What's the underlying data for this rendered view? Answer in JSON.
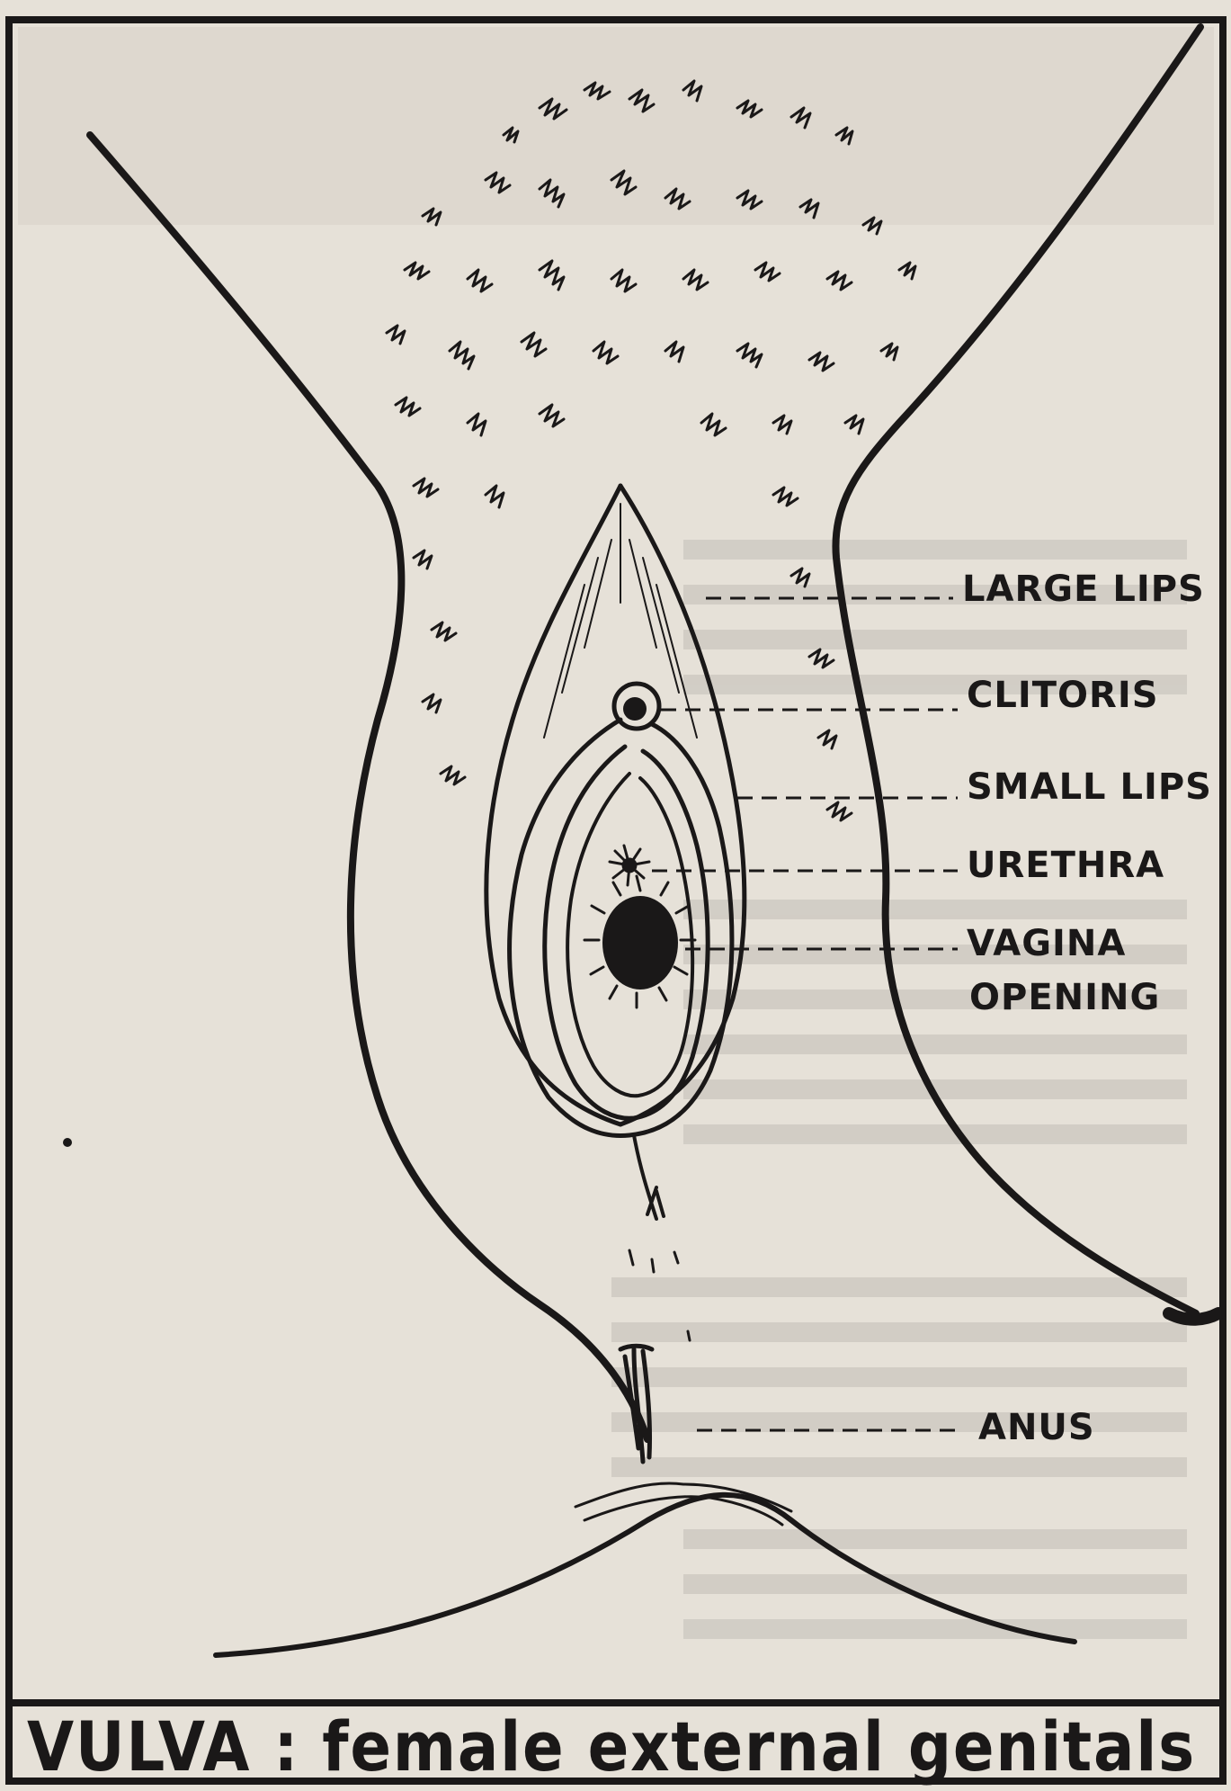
{
  "diagram": {
    "caption": "VULVA : female external genitals",
    "labels": [
      {
        "id": "large-lips",
        "text": "LARGE LIPS"
      },
      {
        "id": "clitoris",
        "text": "CLITORIS"
      },
      {
        "id": "small-lips",
        "text": "SMALL LIPS"
      },
      {
        "id": "urethra",
        "text": "URETHRA"
      },
      {
        "id": "vagina",
        "text": "VAGINA"
      },
      {
        "id": "vagina-line2",
        "text": "OPENING"
      },
      {
        "id": "anus",
        "text": "ANUS"
      }
    ]
  },
  "colors": {
    "ink": "#1a1818",
    "paper": "#e6e1d8"
  }
}
